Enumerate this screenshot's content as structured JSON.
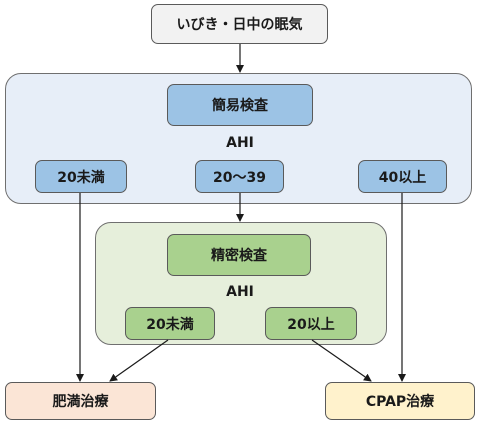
{
  "nodes": {
    "top": "いびき・日中の眠気",
    "simple_test": "簡易検査",
    "simple_ahi": "AHI",
    "simple_lt20": "20未満",
    "simple_mid": "20～39",
    "simple_ge40": "40以上",
    "precise_test": "精密検査",
    "precise_ahi": "AHI",
    "precise_lt20": "20未満",
    "precise_ge20": "20以上",
    "obesity": "肥満治療",
    "cpap": "CPAP治療"
  },
  "colors": {
    "top_fill": "#f2f2f2",
    "blue_panel": "#e7eef8",
    "blue_node": "#9cc3e5",
    "green_panel": "#e6efdb",
    "green_node": "#a9d18e",
    "obesity_fill": "#fbe5d6",
    "cpap_fill": "#fff2cc"
  }
}
